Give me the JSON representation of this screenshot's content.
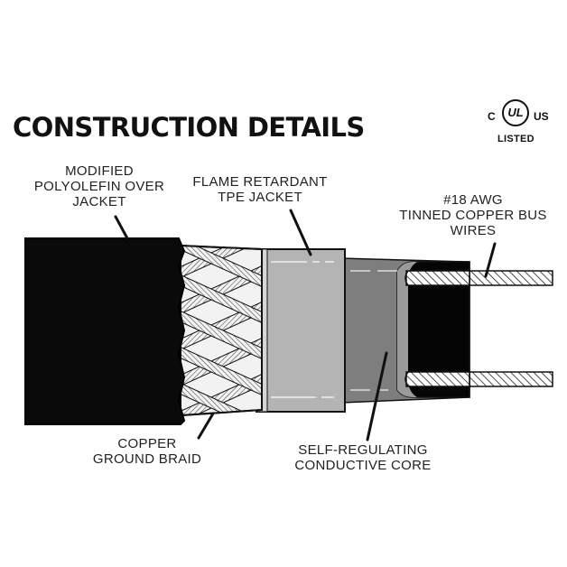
{
  "title": "CONSTRUCTION DETAILS",
  "certification": {
    "left": "C",
    "center": "UL",
    "right": "US",
    "bottom": "LISTED"
  },
  "labels": {
    "modified_jacket": [
      "MODIFIED",
      "POLYOLEFIN OVER",
      "JACKET"
    ],
    "flame_retardant": [
      "FLAME RETARDANT",
      "TPE JACKET"
    ],
    "bus_wires": [
      "#18 AWG",
      "TINNED COPPER BUS",
      "WIRES"
    ],
    "ground_braid": [
      "COPPER",
      "GROUND BRAID"
    ],
    "conductive_core": [
      "SELF-REGULATING",
      "CONDUCTIVE CORE"
    ]
  },
  "colors": {
    "outer_jacket": "#0a0a0a",
    "tpe_jacket": "#b4b4b4",
    "conductive_core": "#7e7e7e",
    "core_end": "#050505",
    "outline": "#111111"
  }
}
